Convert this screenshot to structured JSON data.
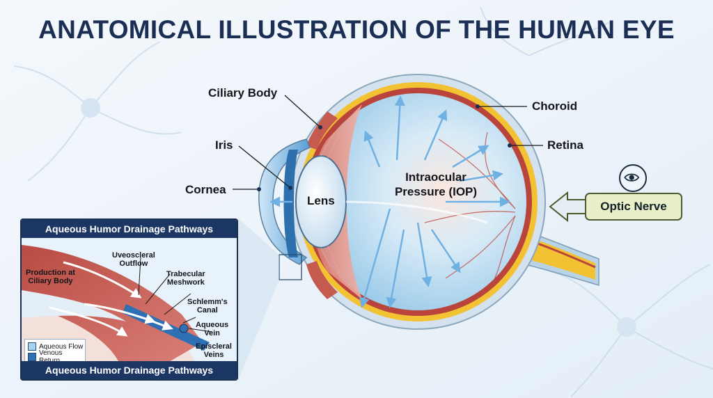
{
  "title": "ANATOMICAL ILLUSTRATION OF THE HUMAN EYE",
  "labels": {
    "ciliary_body": "Ciliary Body",
    "iris": "Iris",
    "cornea": "Cornea",
    "lens": "Lens",
    "iop_line1": "Intraocular",
    "iop_line2": "Pressure (IOP)",
    "choroid": "Choroid",
    "retina": "Retina",
    "optic_nerve": "Optic Nerve"
  },
  "inset": {
    "header": "Aqueous Humor Drainage Pathways",
    "footer": "Aqueous Humor Drainage Pathways",
    "production_line1": "Production at",
    "production_line2": "Ciliary Body",
    "uveoscleral_line1": "Uveoscleral",
    "uveoscleral_line2": "Outflow",
    "trabecular_line1": "Trabecular",
    "trabecular_line2": "Meshwork",
    "schlemm_line1": "Schlemm's",
    "schlemm_line2": "Canal",
    "aqueous_vein_line1": "Aqueous",
    "aqueous_vein_line2": "Vein",
    "episcleral_line1": "Episcleral",
    "episcleral_line2": "Veins",
    "legend": [
      {
        "label": "Aqueous Flow",
        "color": "#a9d3ef"
      },
      {
        "label": "Venous Return",
        "color": "#2f6fb3"
      }
    ]
  },
  "icons": [
    "eye-icon",
    "left-arrow-icon"
  ],
  "colors": {
    "title": "#1b2f55",
    "sclera": "#d3e2ee",
    "choroid": "#b8443c",
    "retina": "#f2c233",
    "vitreous": "#cfe6f7",
    "inset_header": "#1c3664"
  }
}
